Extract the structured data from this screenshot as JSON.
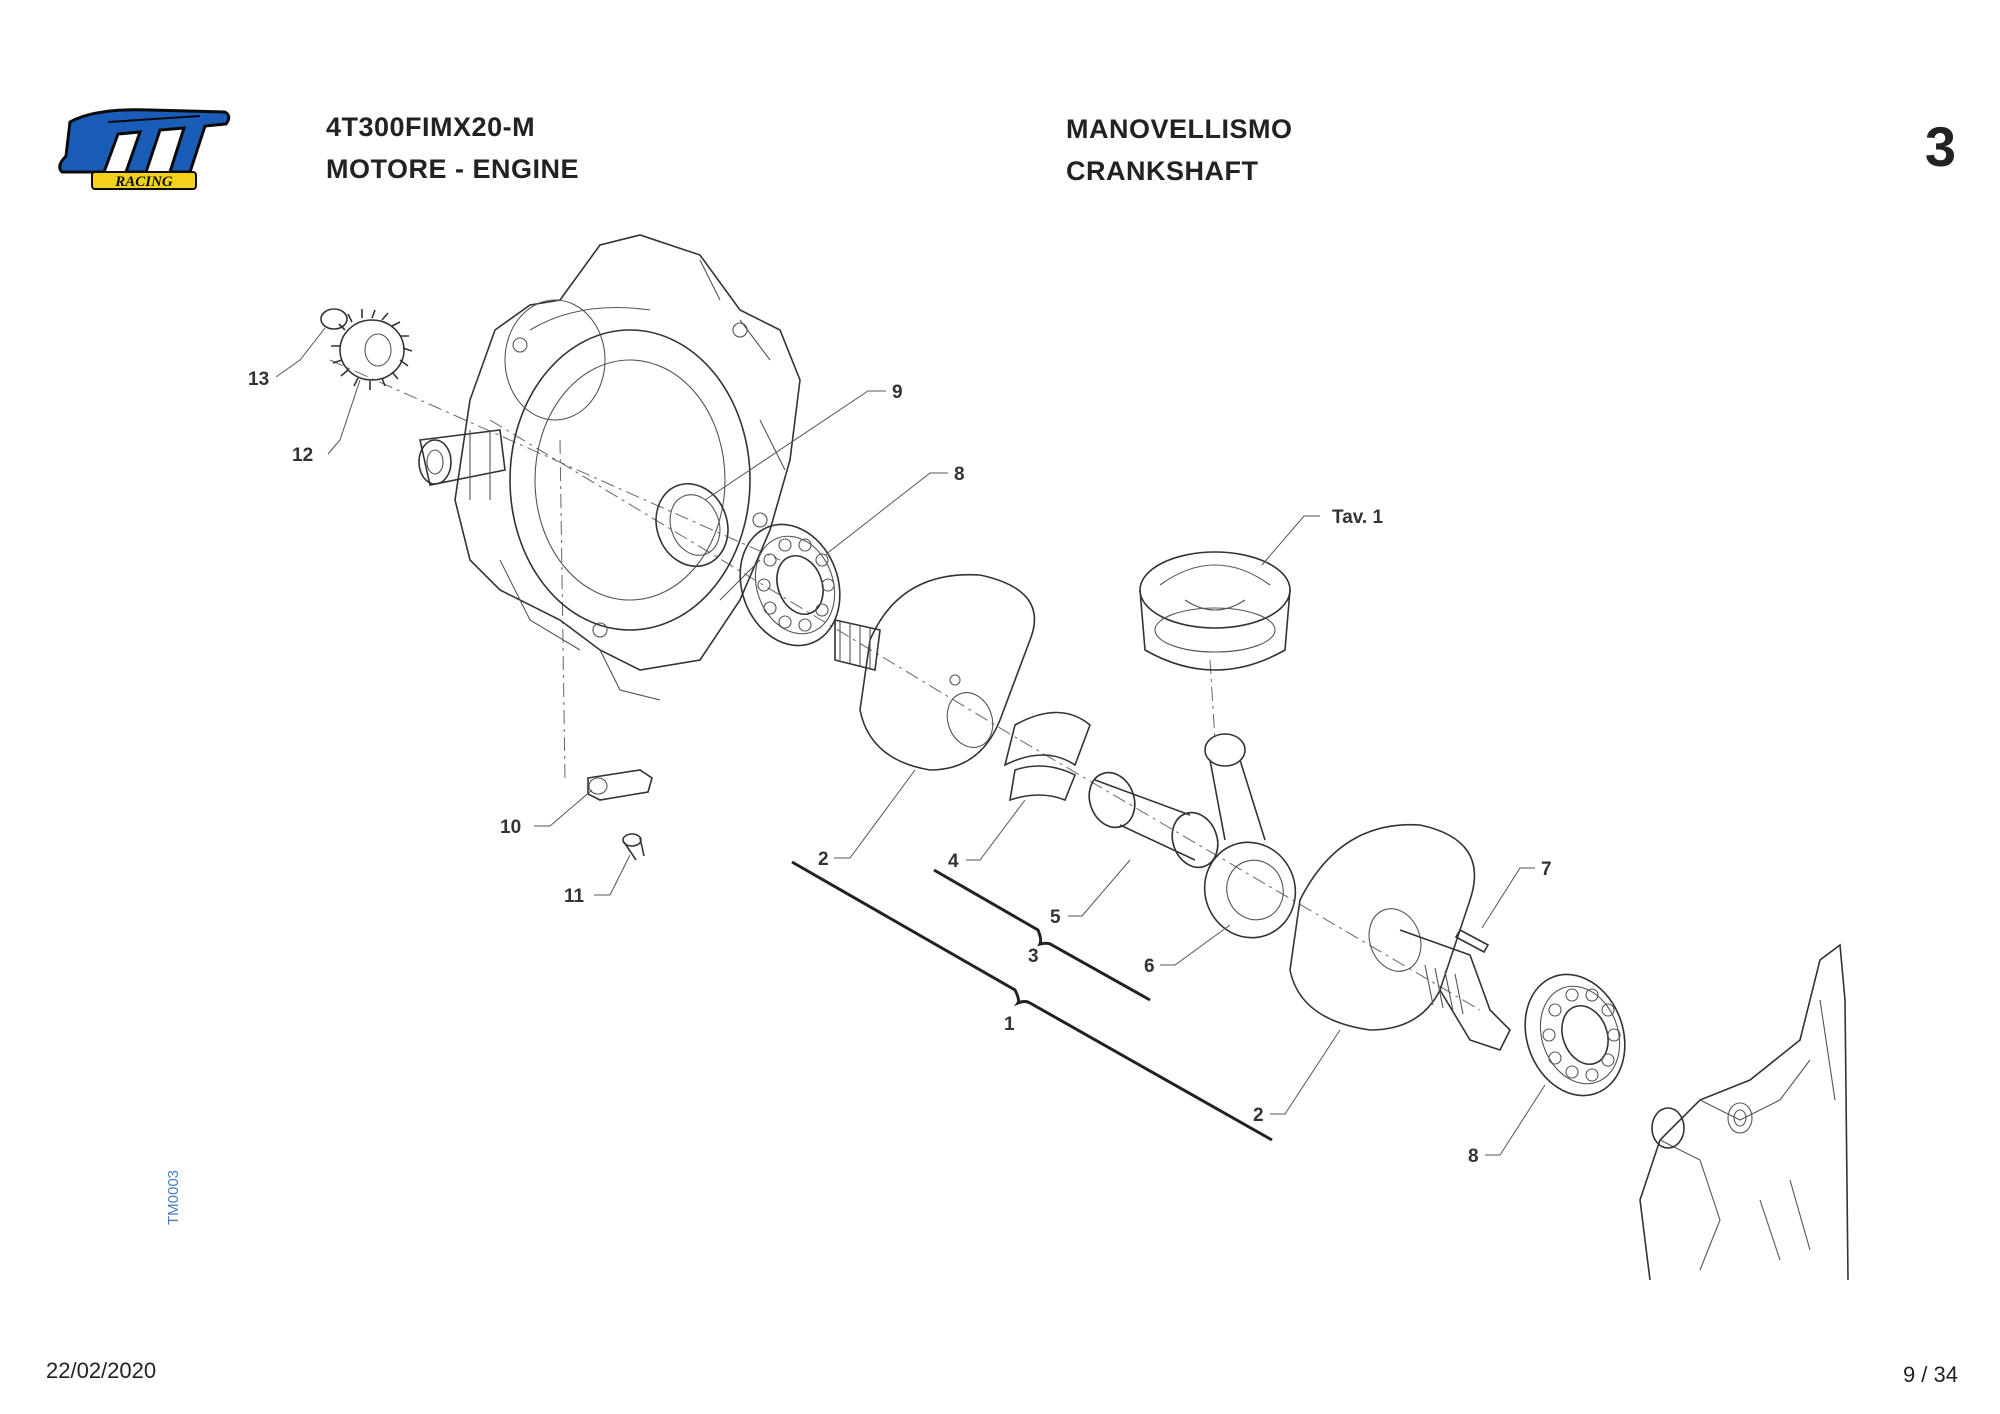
{
  "header": {
    "model_code": "4T300FIMX20-M",
    "group": "MOTORE - ENGINE",
    "section_it": "MANOVELLISMO",
    "section_en": "CRANKSHAFT",
    "table_number": "3"
  },
  "logo": {
    "wordmark": "tm",
    "subtitle": "RACING",
    "colors": {
      "blue": "#1a5db8",
      "yellow": "#f2d21a",
      "outline": "#0a0a0a"
    }
  },
  "footer": {
    "date": "22/02/2020",
    "page": "9 / 34",
    "drawing_code": "TM0003"
  },
  "callouts": [
    {
      "id": "13",
      "label": "13"
    },
    {
      "id": "12",
      "label": "12"
    },
    {
      "id": "9",
      "label": "9"
    },
    {
      "id": "8a",
      "label": "8"
    },
    {
      "id": "tav",
      "label": "Tav. 1"
    },
    {
      "id": "10",
      "label": "10"
    },
    {
      "id": "11",
      "label": "11"
    },
    {
      "id": "2a",
      "label": "2"
    },
    {
      "id": "4",
      "label": "4"
    },
    {
      "id": "5",
      "label": "5"
    },
    {
      "id": "3",
      "label": "3"
    },
    {
      "id": "6",
      "label": "6"
    },
    {
      "id": "7",
      "label": "7"
    },
    {
      "id": "1",
      "label": "1"
    },
    {
      "id": "2b",
      "label": "2"
    },
    {
      "id": "8b",
      "label": "8"
    }
  ]
}
